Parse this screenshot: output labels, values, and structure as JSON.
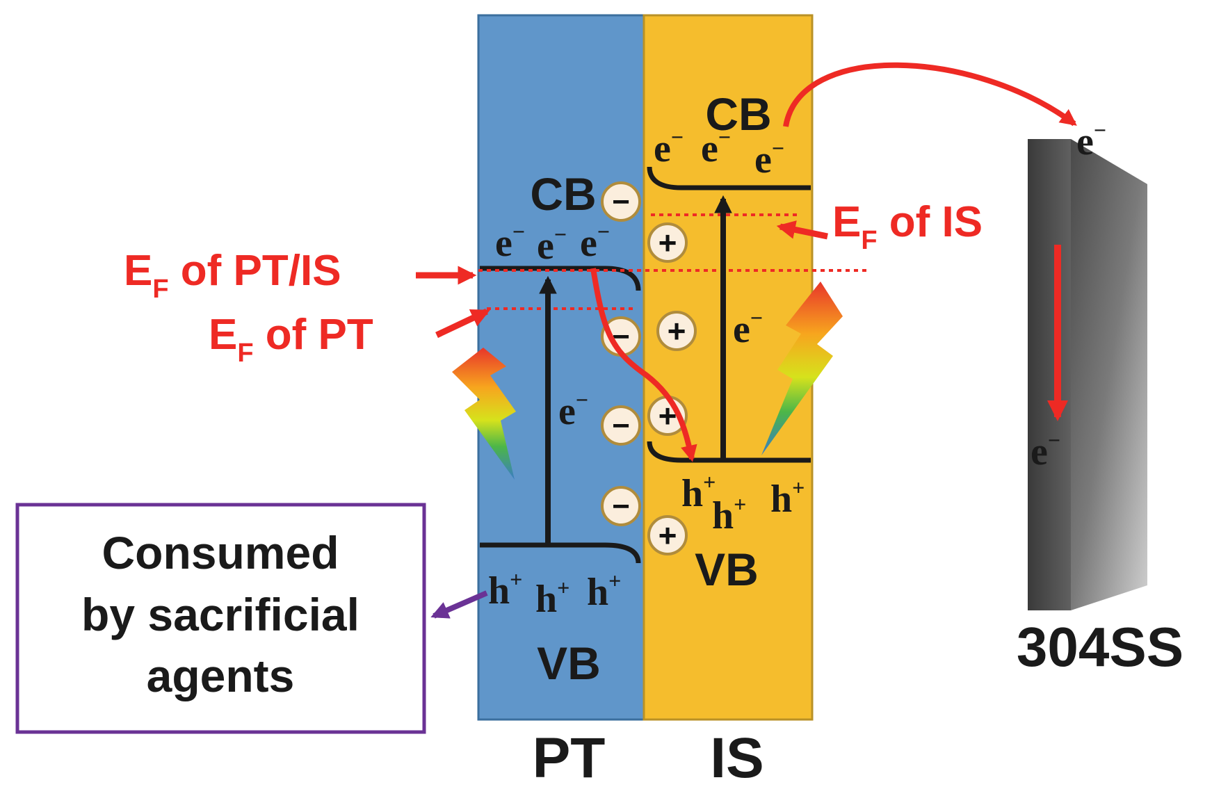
{
  "layers": {
    "pt": {
      "name": "PT",
      "color": "#6096ca"
    },
    "is": {
      "name": "IS",
      "color": "#f5bd2d"
    }
  },
  "bands": {
    "pt_cb": "CB",
    "pt_vb": "VB",
    "is_cb": "CB",
    "is_vb": "VB"
  },
  "carriers": {
    "electron": "e",
    "hole": "h",
    "minus_sup": "−",
    "plus_sup": "+"
  },
  "charges": {
    "minus": "−",
    "plus": "+"
  },
  "fermi": {
    "e": "E",
    "sub": "F",
    "pt_is_label": " of PT/IS",
    "pt_label": " of PT",
    "is_label": " of IS"
  },
  "substrate": {
    "name": "304SS"
  },
  "sacrificial_box": {
    "line1": "Consumed",
    "line2": "by sacrificial",
    "line3": "agents"
  },
  "colors": {
    "arrow_red": "#ee2a24",
    "box_border": "#6a3295",
    "charge_ring": "#b08c3c",
    "charge_fill": "#fbeedd"
  }
}
